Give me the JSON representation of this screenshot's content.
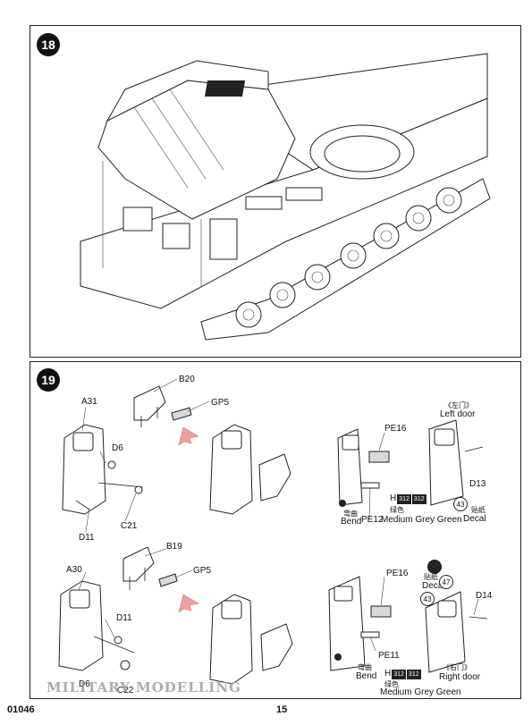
{
  "steps": {
    "step18": {
      "number": "18"
    },
    "step19": {
      "number": "19"
    }
  },
  "step19": {
    "top": {
      "a31": "A31",
      "d6": "D6",
      "d11": "D11",
      "c21": "C21",
      "b20": "B20",
      "gp5": "GP5",
      "pe16": "PE16",
      "pe12": "PE12",
      "bend_cn": "弯曲",
      "bend_en": "Bend",
      "h_label": "H",
      "h_code1": "312",
      "h_code2": "312",
      "color_cn": "绿色",
      "color_en": "Medium Grey Green",
      "left_door_cn": "《左门》",
      "left_door_en": "Left door",
      "d13": "D13",
      "decal_num": "43",
      "decal_cn": "贴纸",
      "decal_en": "Decal"
    },
    "bottom": {
      "a30": "A30",
      "d11": "D11",
      "d6": "D6",
      "c22": "C22",
      "b19": "B19",
      "gp5": "GP5",
      "pe16": "PE16",
      "pe11": "PE11",
      "bend_cn": "弯曲",
      "bend_en": "Bend",
      "h_label": "H",
      "h_code1": "312",
      "h_code2": "312",
      "color_cn": "绿色",
      "color_en": "Medium Grey Green",
      "decal_cn": "贴纸",
      "decal_en": "Decal",
      "decal_num_a": "47",
      "decal_num_b": "43",
      "d14": "D14",
      "right_door_cn": "《右门》",
      "right_door_en": "Right door"
    }
  },
  "footer": {
    "code": "01046",
    "page": "15"
  },
  "watermark": "MILITARY MODELLING",
  "colors": {
    "ink": "#111111",
    "arrow": "#e8a0a0"
  }
}
